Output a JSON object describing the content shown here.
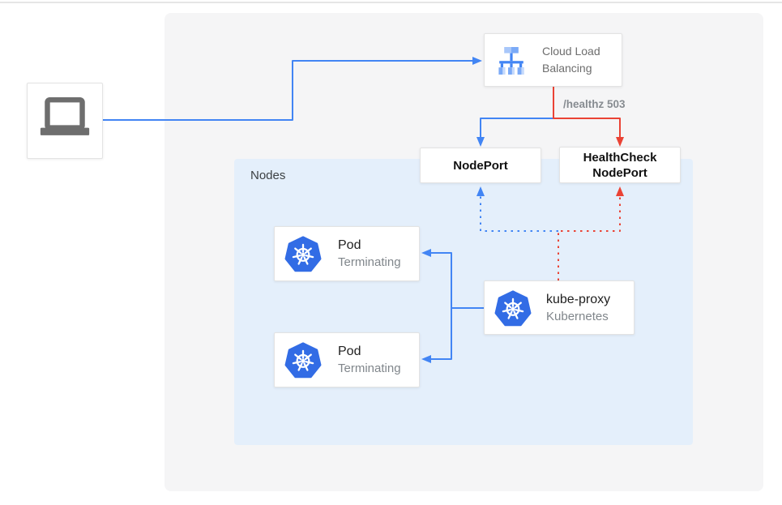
{
  "colors": {
    "blue": "#4285f4",
    "red": "#ea4335",
    "page_bg": "#ffffff",
    "outer_panel_bg": "#f5f5f6",
    "nodes_panel_bg": "#e4effb",
    "box_bg": "#ffffff",
    "box_border": "#e3e3e3",
    "text_dark": "#212121",
    "text_gray": "#6d6d6d",
    "text_light": "#80868b",
    "k8s_blue": "#326ce5",
    "laptop_gray": "#6e6e6e",
    "icon_blue_dark": "#4285f4",
    "icon_blue_mid": "#7baaf7",
    "icon_blue_light": "#a8c7fa",
    "icon_blue_pale": "#c6dafc"
  },
  "icons": {
    "client": "laptop-icon",
    "load_balancer": "cloud-load-balancing-icon",
    "pod": "kubernetes-icon",
    "kube_proxy": "kubernetes-icon"
  },
  "nodes_panel": {
    "label": "Nodes"
  },
  "load_balancer": {
    "label": "Cloud Load Balancing"
  },
  "health_check_path": {
    "label": "/healthz 503"
  },
  "nodeport": {
    "label": "NodePort"
  },
  "healthcheck_nodeport": {
    "label": "HealthCheck NodePort"
  },
  "pods": [
    {
      "title": "Pod",
      "subtitle": "Terminating"
    },
    {
      "title": "Pod",
      "subtitle": "Terminating"
    }
  ],
  "kube_proxy": {
    "title": "kube-proxy",
    "subtitle": "Kubernetes"
  }
}
